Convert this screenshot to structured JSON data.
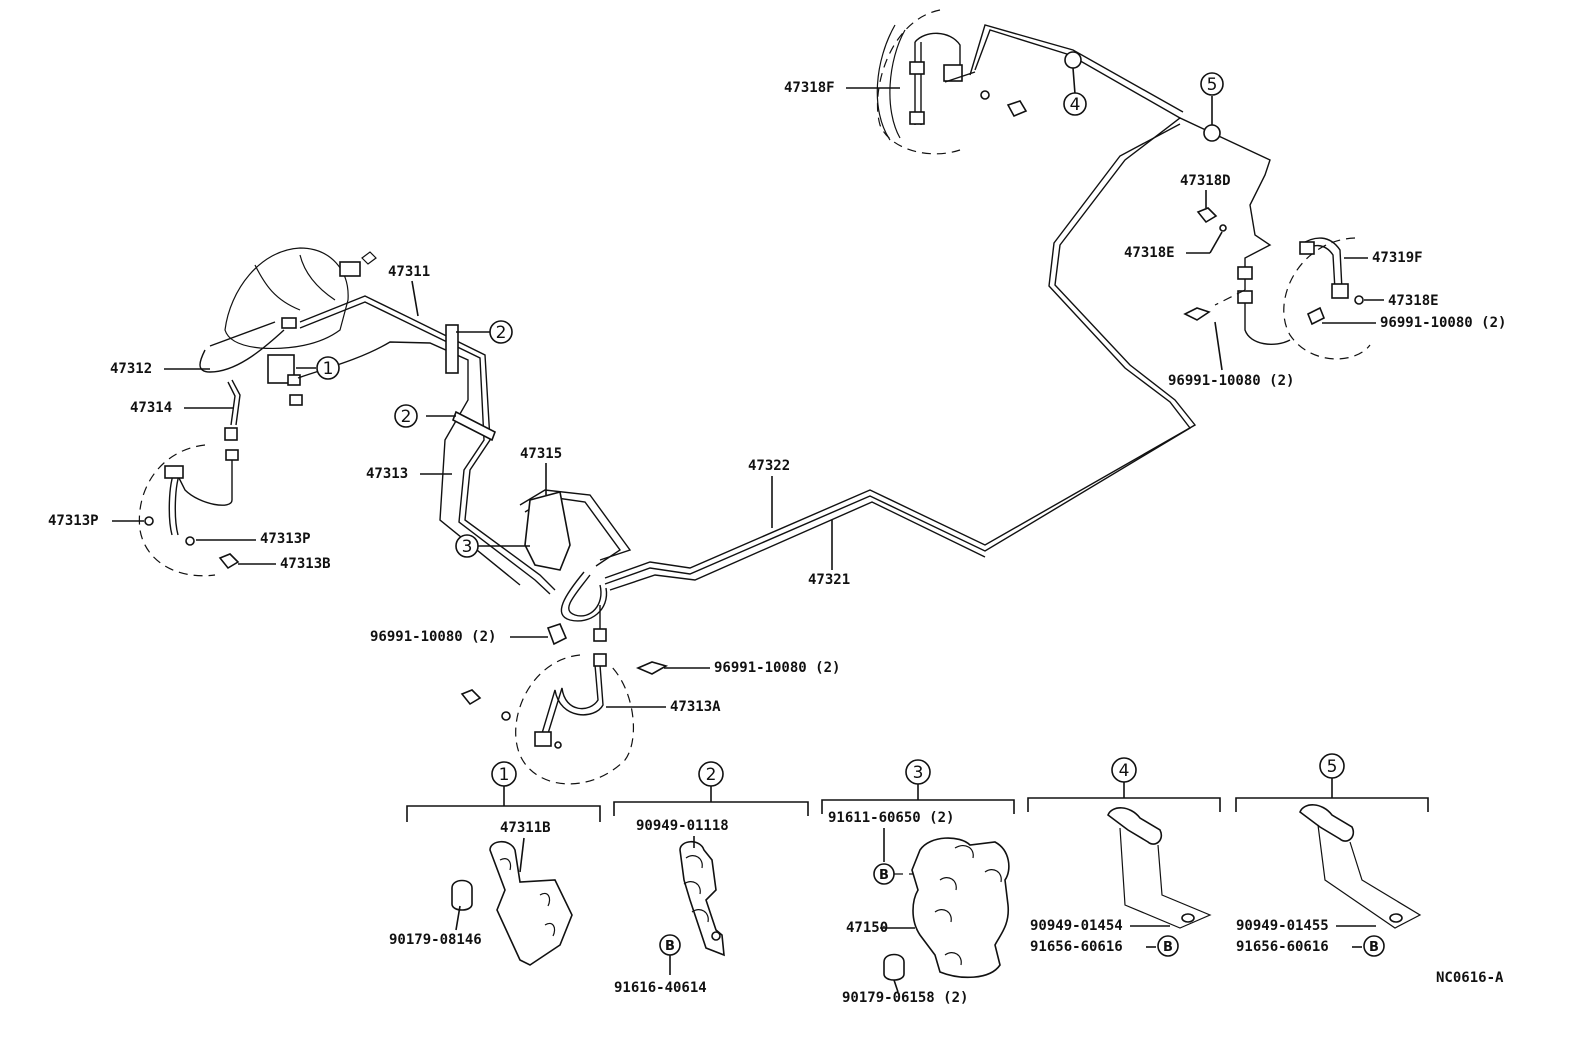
{
  "parts": {
    "p47311": "47311",
    "p47312": "47312",
    "p47314": "47314",
    "p47313": "47313",
    "p47313P_left": "47313P",
    "p47313P_right": "47313P",
    "p47313B": "47313B",
    "p47315": "47315",
    "p47322": "47322",
    "p47321": "47321",
    "p47313A": "47313A",
    "p47318F": "47318F",
    "p47318D": "47318D",
    "p47318E_top": "47318E",
    "p47319F": "47319F",
    "p47318E_right": "47318E",
    "clamp_right": "96991-10080 (2)",
    "clamp_mid_right": "96991-10080 (2)",
    "clamp_left": "96991-10080 (2)",
    "clamp_front": "96991-10080 (2)"
  },
  "callouts": [
    "1",
    "2",
    "3",
    "4",
    "5"
  ],
  "bolt_symbol": "B",
  "groups": [
    {
      "num": "1",
      "parts": [
        "47311B",
        "90179-08146"
      ]
    },
    {
      "num": "2",
      "parts": [
        "90949-01118",
        "91616-40614"
      ]
    },
    {
      "num": "3",
      "parts": [
        "91611-60650 (2)",
        "47150",
        "90179-06158 (2)"
      ]
    },
    {
      "num": "4",
      "parts": [
        "90949-01454",
        "91656-60616"
      ]
    },
    {
      "num": "5",
      "parts": [
        "90949-01455",
        "91656-60616"
      ]
    }
  ],
  "diagram_code": "NC0616-A"
}
